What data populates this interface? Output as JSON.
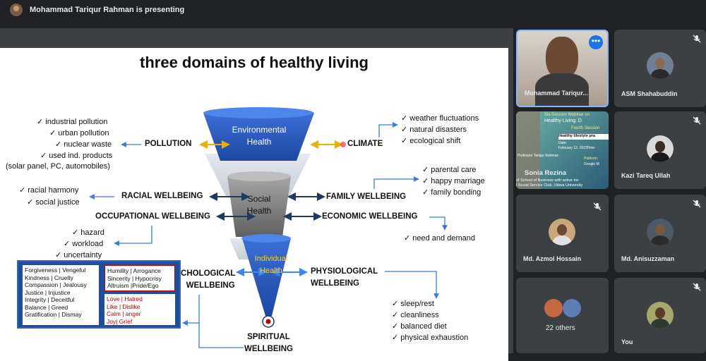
{
  "topbar": {
    "presenting_text": "Mohammad Tariqur Rahman is presenting"
  },
  "slide": {
    "title": "three domains of healthy living",
    "funnel": {
      "environmental": [
        "Environmental",
        "Health"
      ],
      "social": [
        "Social",
        "Health"
      ],
      "individual": [
        "Individual",
        "Health"
      ]
    },
    "headings": {
      "pollution": "POLLUTION",
      "climate": "CLIMATE",
      "racial": "RACIAL WELLBEING",
      "family": "FAMILY WELLBEING",
      "occupational": "OCCUPATIONAL WELLBEING",
      "economic": "ECONOMIC WELLBEING",
      "psychological": [
        "PSYCHOLOGICAL",
        "WELLBEING"
      ],
      "physiological": [
        "PHYSIOLOGICAL",
        "WELLBEING"
      ],
      "spiritual": [
        "SPIRITUAL",
        "WELLBEING"
      ]
    },
    "pollution_items": [
      "✓ industrial pollution",
      "✓ urban pollution",
      "✓ nuclear waste",
      "✓ used ind. products",
      "(solar panel, PC, automobiles)"
    ],
    "climate_items": [
      "✓ weather fluctuations",
      "✓ natural disasters",
      "✓ ecological shift"
    ],
    "racial_items": [
      "✓ racial harmony",
      "✓ social justice"
    ],
    "family_items": [
      "✓ parental care",
      "✓ happy marriage",
      "✓ family bonding"
    ],
    "occupational_items": [
      "✓ hazard",
      "✓ workload",
      "✓ uncertainty"
    ],
    "economic_items": [
      "✓ need and demand"
    ],
    "physiological_items": [
      "✓ sleep/rest",
      "✓ cleanliness",
      "✓ balanced diet",
      "✓ physical exhaustion"
    ],
    "spiritual_box": {
      "left": [
        "Forgiveness | Vengeful",
        "Kindness | Cruelty",
        "Compassion | Jealousy",
        "Justice | Injustice",
        "Integrity | Deceitful",
        "Balance | Greed",
        "Gratification | Dismay"
      ],
      "top_right": [
        "Humility | Arrogance",
        "Sincerity | Hypocrisy",
        "Altruism |Pride/Ego"
      ],
      "bottom_right": [
        "Love | Hatred",
        "Like | Dislike",
        "Calm | anger",
        "Joy| Grief"
      ]
    }
  },
  "participants": {
    "pinned": {
      "name": "Mohammad Tariqur...",
      "more_icon": "more-options-icon"
    },
    "shared": {
      "name": "Sonia Rezina",
      "slide_lines": [
        "Six-Session Webinar on",
        "Healthy Living: D",
        "Fourth Session",
        "Healthy lifestyle pra",
        "Date:",
        "February 12, 2022",
        "Time:",
        "Professor Tariqur Rahman",
        "Platform:",
        "Google M",
        "of School of Business with active inv",
        "l Social Service Club, Uttara University"
      ]
    },
    "tiles": [
      {
        "name": "ASM Shahabuddin"
      },
      {
        "name": "Kazi Tareq Ullah"
      },
      {
        "name": "Md. Azmol Hossain"
      },
      {
        "name": "Md. Anisuzzaman"
      },
      {
        "name": "22 others"
      },
      {
        "name": "You"
      }
    ]
  },
  "colors": {
    "arrow_gold": "#e8b000",
    "arrow_navy": "#1f3864",
    "arrow_blue": "#3a86ff",
    "funnel_blue": "#2f5fbf",
    "meet_bg": "#202124",
    "tile_bg": "#3c4043",
    "accent": "#8ab4f8"
  }
}
